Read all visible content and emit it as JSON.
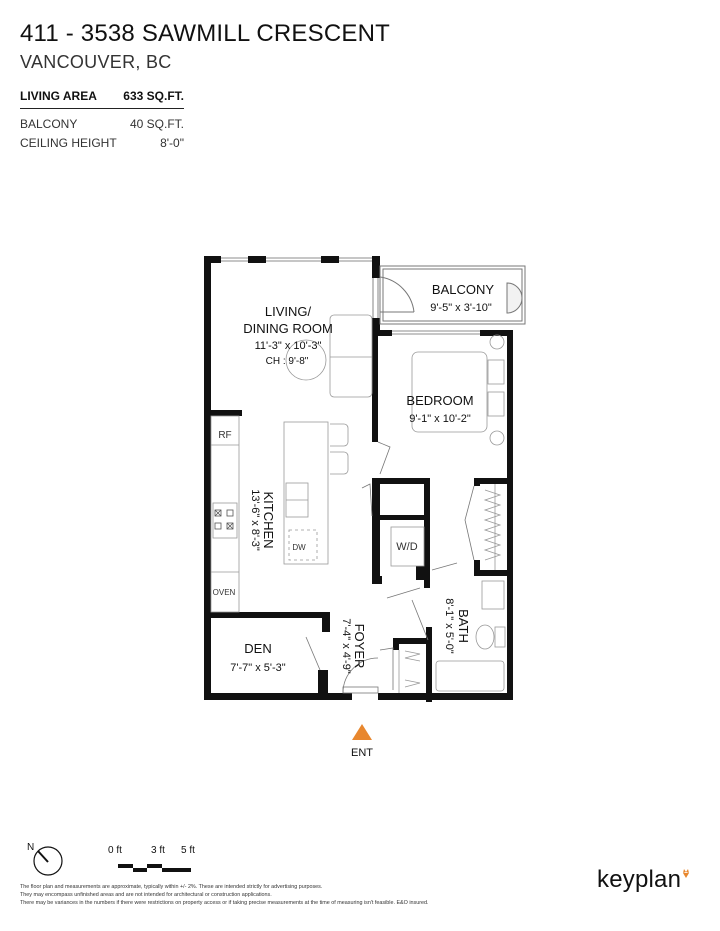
{
  "header": {
    "title": "411 - 3538 SAWMILL CRESCENT",
    "subtitle": "VANCOUVER, BC"
  },
  "specs": {
    "living_area": {
      "label": "LIVING AREA",
      "value": "633 SQ.FT."
    },
    "balcony": {
      "label": "BALCONY",
      "value": "40 SQ.FT."
    },
    "ceiling_height": {
      "label": "CEILING HEIGHT",
      "value": "8'-0\""
    }
  },
  "rooms": {
    "living": {
      "name_line1": "LIVING/",
      "name_line2": "DINING ROOM",
      "dims": "11'-3\"  x  10'-3\"",
      "ceiling": "CH : 9'-8\""
    },
    "balcony": {
      "name": "BALCONY",
      "dims": "9'-5\"  x  3'-10\""
    },
    "bedroom": {
      "name": "BEDROOM",
      "dims": "9'-1\"  x  10'-2\""
    },
    "kitchen": {
      "name": "KITCHEN",
      "dims": "13'-6\"  x  8'-3\""
    },
    "den": {
      "name": "DEN",
      "dims": "7'-7\"  x  5'-3\""
    },
    "foyer": {
      "name": "FOYER",
      "dims": "7'-4\"  x  4'-9\""
    },
    "bath": {
      "name": "BATH",
      "dims": "8'-1\" x 5'-0\""
    }
  },
  "fixtures": {
    "fridge": "RF",
    "oven": "OVEN",
    "dishwasher": "DW",
    "washer_dryer": "W/D"
  },
  "entrance": {
    "label": "ENT",
    "color": "#E8872E"
  },
  "compass": {
    "label": "N"
  },
  "scale": {
    "ticks": [
      "0 ft",
      "3 ft",
      "5 ft"
    ]
  },
  "disclaimer": [
    "The floor plan and measurements are approximate, typically within +/- 2%. These are intended strictly for advertising purposes.",
    "They may encompass unfinished areas and are not intended for architectural or construction applications.",
    "There may be variances in the numbers if there were restrictions on property access or if taking precise measurements at the time of measuring isn't feasible. E&O insured."
  ],
  "brand": {
    "name": "keyplan",
    "accent": "#E8872E"
  }
}
